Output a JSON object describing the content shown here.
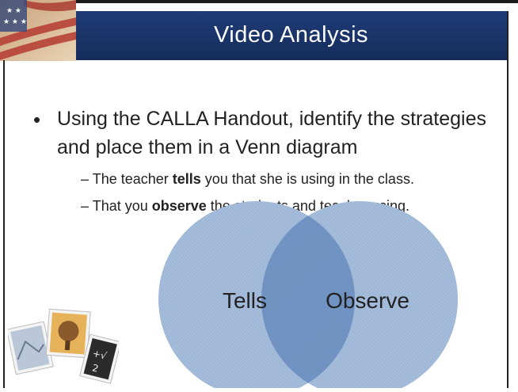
{
  "slide": {
    "title": "Video Analysis",
    "bullet": "Using the CALLA Handout, identify the strategies and place them in a Venn diagram",
    "sub_items": [
      {
        "dash": "–",
        "pre": "The teacher ",
        "bold": "tells",
        "post": " you that she is using in the class."
      },
      {
        "dash": "–",
        "pre": "That you ",
        "bold": "observe",
        "post": " the students and teacher using."
      }
    ]
  },
  "venn": {
    "left_label": "Tells",
    "right_label": "Observe",
    "circle_color": "#9eb7d6",
    "overlap_color": "#5f86bb"
  },
  "colors": {
    "title_bar": "#1f3c78",
    "title_text": "#ffffff"
  }
}
